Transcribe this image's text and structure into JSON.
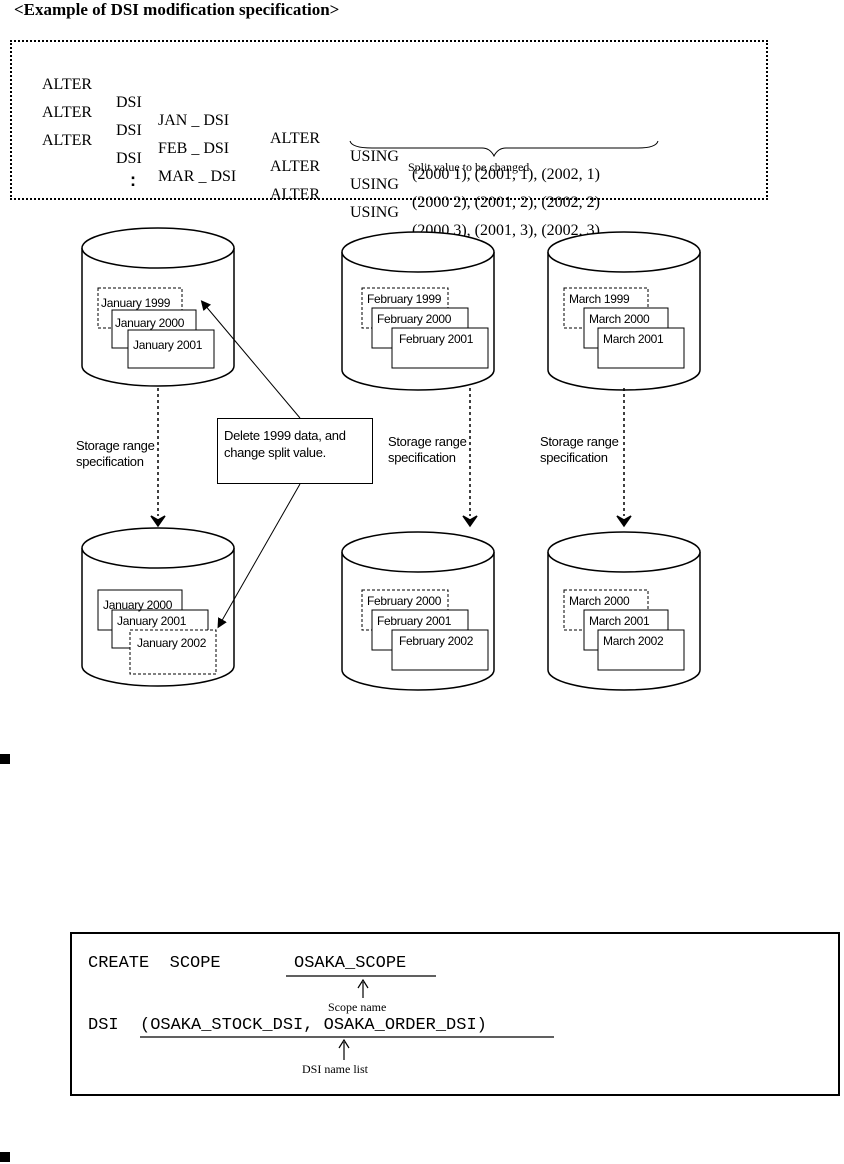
{
  "heading": "<Example of DSI modification specification>",
  "spec": {
    "lines": [
      {
        "cmd": "ALTER",
        "kw": "DSI",
        "name": "JAN _ DSI",
        "op": "ALTER",
        "using": "USING",
        "values": "(2000 1),  (2001, 1),  (2002, 1)"
      },
      {
        "cmd": "ALTER",
        "kw": "DSI",
        "name": "FEB _ DSI",
        "op": "ALTER",
        "using": "USING",
        "values": "(2000 2),  (2001, 2),  (2002, 2)"
      },
      {
        "cmd": "ALTER",
        "kw": "DSI",
        "name": "MAR _ DSI",
        "op": "ALTER",
        "using": "USING",
        "values": "(2000 3),  (2001, 3),  (2002, 3)"
      }
    ],
    "split_note": "Split value to be changed",
    "ellipsis": ":"
  },
  "diagram": {
    "top": [
      {
        "labels": [
          "January  1999",
          "January  2000",
          "January  2001"
        ]
      },
      {
        "labels": [
          "February  1999",
          "February  2000",
          "February  2001"
        ]
      },
      {
        "labels": [
          "March  1999",
          "March  2000",
          "March  2001"
        ]
      }
    ],
    "bottom": [
      {
        "labels": [
          "January  2000",
          "January  2001",
          "January  2002"
        ]
      },
      {
        "labels": [
          "February  2000",
          "February  2001",
          "February  2002"
        ]
      },
      {
        "labels": [
          "March  2000",
          "March  2001",
          "March  2002"
        ]
      }
    ],
    "range_label_1": "Storage range",
    "range_label_2": "specification",
    "callout_1": "Delete 1999 data, and",
    "callout_2": "change split value."
  },
  "scope": {
    "line1_cmd": "CREATE  SCOPE",
    "line1_name": "OSAKA_SCOPE",
    "scope_note": "Scope name",
    "line2_kw": "DSI",
    "line2_list": "(OSAKA_STOCK_DSI, OSAKA_ORDER_DSI)",
    "list_note": "DSI name list"
  }
}
